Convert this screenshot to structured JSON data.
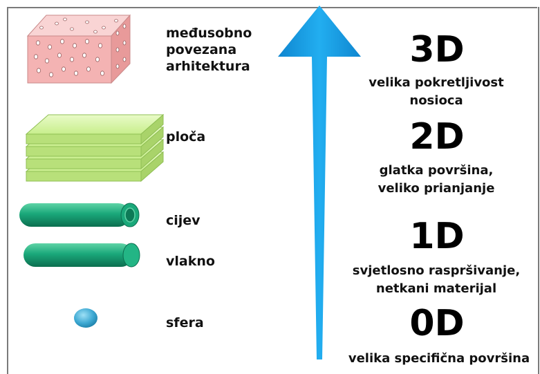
{
  "items": [
    {
      "label_lines": [
        "međusobno",
        "povezana",
        "arhitektura"
      ]
    },
    {
      "label_lines": [
        "ploča"
      ]
    },
    {
      "label_lines": [
        "cijev"
      ]
    },
    {
      "label_lines": [
        "vlakno"
      ]
    },
    {
      "label_lines": [
        "sfera"
      ]
    }
  ],
  "levels": [
    {
      "dim": "3D",
      "desc_lines": [
        "velika pokretljivost",
        "nosioca"
      ]
    },
    {
      "dim": "2D",
      "desc_lines": [
        "glatka površina,",
        "veliko prianjanje"
      ]
    },
    {
      "dim": "1D",
      "desc_lines": [
        "svjetlosno raspršivanje,",
        "netkani materijal"
      ]
    },
    {
      "dim": "0D",
      "desc_lines": [
        "velika specifična površina"
      ]
    }
  ],
  "colors": {
    "arrow": "#1ba1e2",
    "block": "#f4b3b3",
    "plate": "#d7f5a6",
    "tube": "#1aa87a",
    "sphere": "#3ea9d3"
  }
}
